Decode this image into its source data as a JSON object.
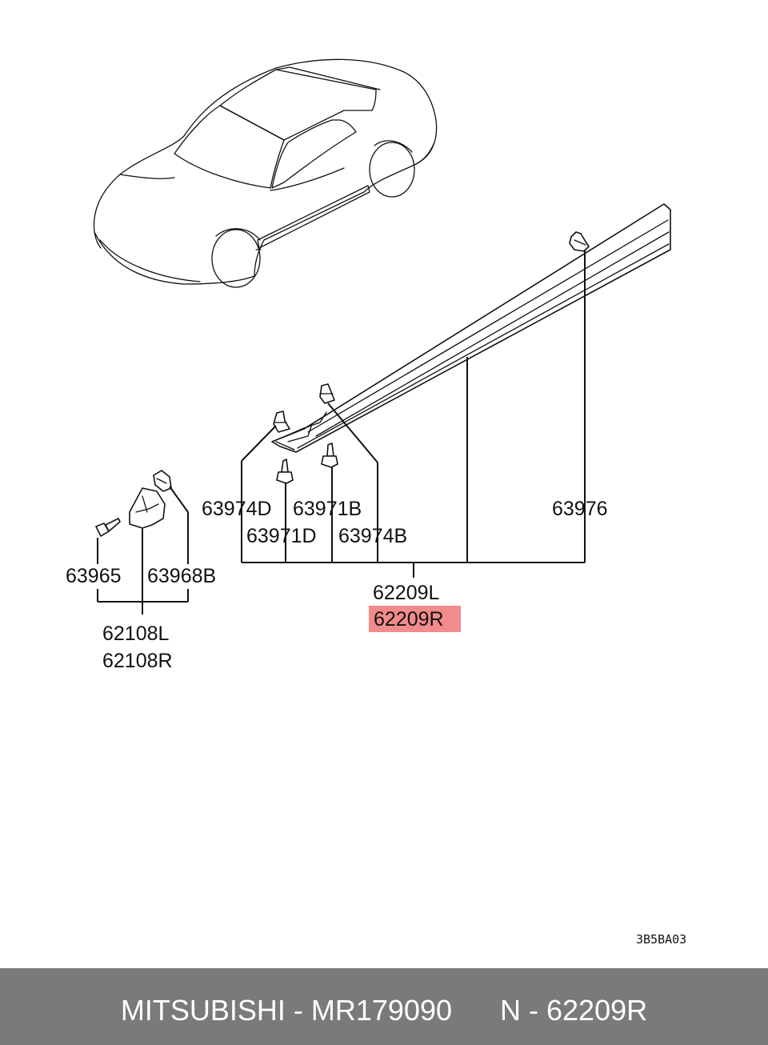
{
  "callouts": {
    "p63974D": "63974D",
    "p63971B": "63971B",
    "p63976": "63976",
    "p63971D": "63971D",
    "p63974B": "63974B",
    "p63965": "63965",
    "p63968B": "63968B",
    "p62209L": "62209L",
    "p62209R": "62209R",
    "p62108L": "62108L",
    "p62108R": "62108R"
  },
  "highlight_color": "#f28b8b",
  "drawing_code": "3B5BA03",
  "footer": {
    "brand": "MITSUBISHI",
    "part_number": "MR179090",
    "callout_ref": "N - 62209R"
  }
}
